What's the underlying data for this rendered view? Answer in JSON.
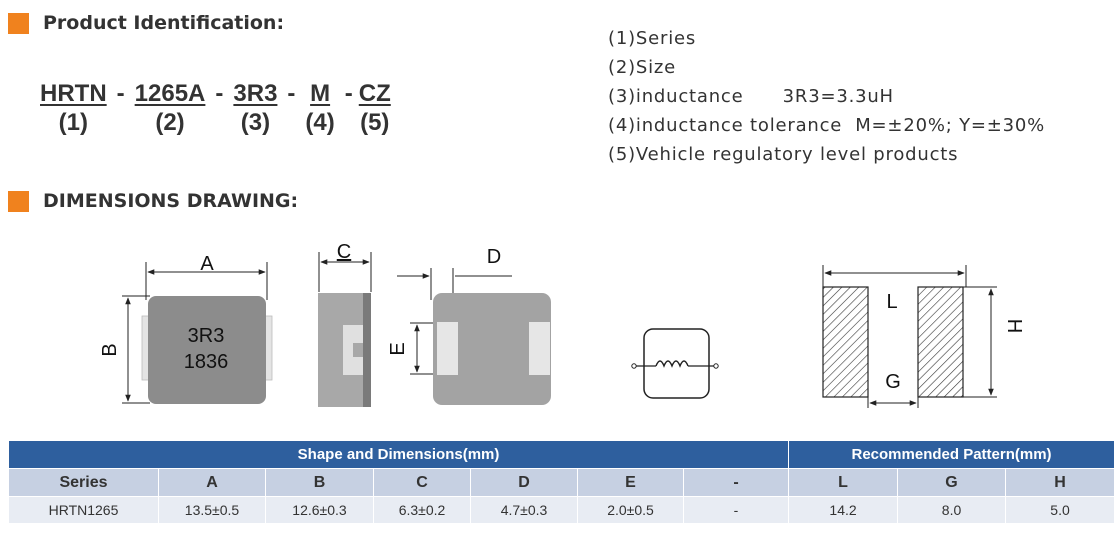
{
  "headings": {
    "product_identification": "Product Identification:",
    "dimensions_drawing": "DIMENSIONS DRAWING:"
  },
  "part_code": {
    "segments": [
      "HRTN",
      "1265A",
      "3R3",
      "M",
      "CZ"
    ],
    "numbers": [
      "(1)",
      "(2)",
      "(3)",
      "(4)",
      "(5)"
    ],
    "separator": "-"
  },
  "notes": [
    "(1)Series",
    "(2)Size",
    "(3)inductance      3R3=3.3uH",
    "(4)inductance tolerance  M=±20%; Y=±30%",
    "(5)Vehicle regulatory level products"
  ],
  "drawing": {
    "label_a": "A",
    "label_b": "B",
    "label_c": "C",
    "label_d": "D",
    "label_e": "E",
    "marking_line1": "3R3",
    "marking_line2": "1836",
    "label_l": "L",
    "label_g": "G",
    "label_h": "H"
  },
  "table": {
    "group_headers": [
      "Shape and Dimensions(mm)",
      "Recommended Pattern(mm)"
    ],
    "columns": [
      "Series",
      "A",
      "B",
      "C",
      "D",
      "E",
      "-",
      "L",
      "G",
      "H"
    ],
    "rows": [
      [
        "HRTN1265",
        "13.5±0.5",
        "12.6±0.3",
        "6.3±0.2",
        "4.7±0.3",
        "2.0±0.5",
        "-",
        "14.2",
        "8.0",
        "5.0"
      ]
    ]
  }
}
